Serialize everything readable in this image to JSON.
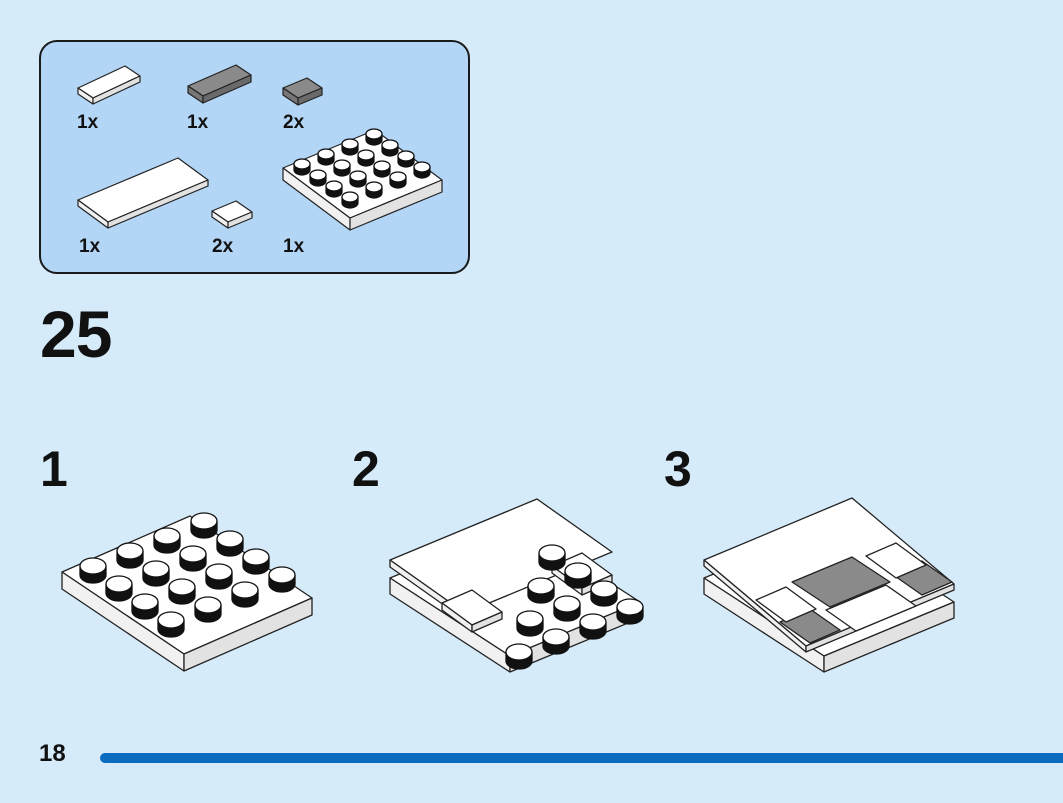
{
  "parts": [
    {
      "name": "white-tile-1x2",
      "qty": "1x",
      "color": "#ffffff"
    },
    {
      "name": "dark-gray-tile-1x2",
      "qty": "1x",
      "color": "#8a8a8a"
    },
    {
      "name": "dark-gray-tile-1x1",
      "qty": "2x",
      "color": "#8a8a8a"
    },
    {
      "name": "white-tile-2x4",
      "qty": "1x",
      "color": "#ffffff"
    },
    {
      "name": "white-tile-1x1",
      "qty": "2x",
      "color": "#ffffff"
    },
    {
      "name": "white-plate-4x4",
      "qty": "1x",
      "color": "#ffffff"
    }
  ],
  "main_step": "25",
  "sub_steps": [
    "1",
    "2",
    "3"
  ],
  "page_number": "18",
  "colors": {
    "background": "#d5ebfa",
    "parts_box": "#b3d6f6",
    "progress": "#0a6bbf",
    "dark_gray": "#8a8a8a"
  }
}
